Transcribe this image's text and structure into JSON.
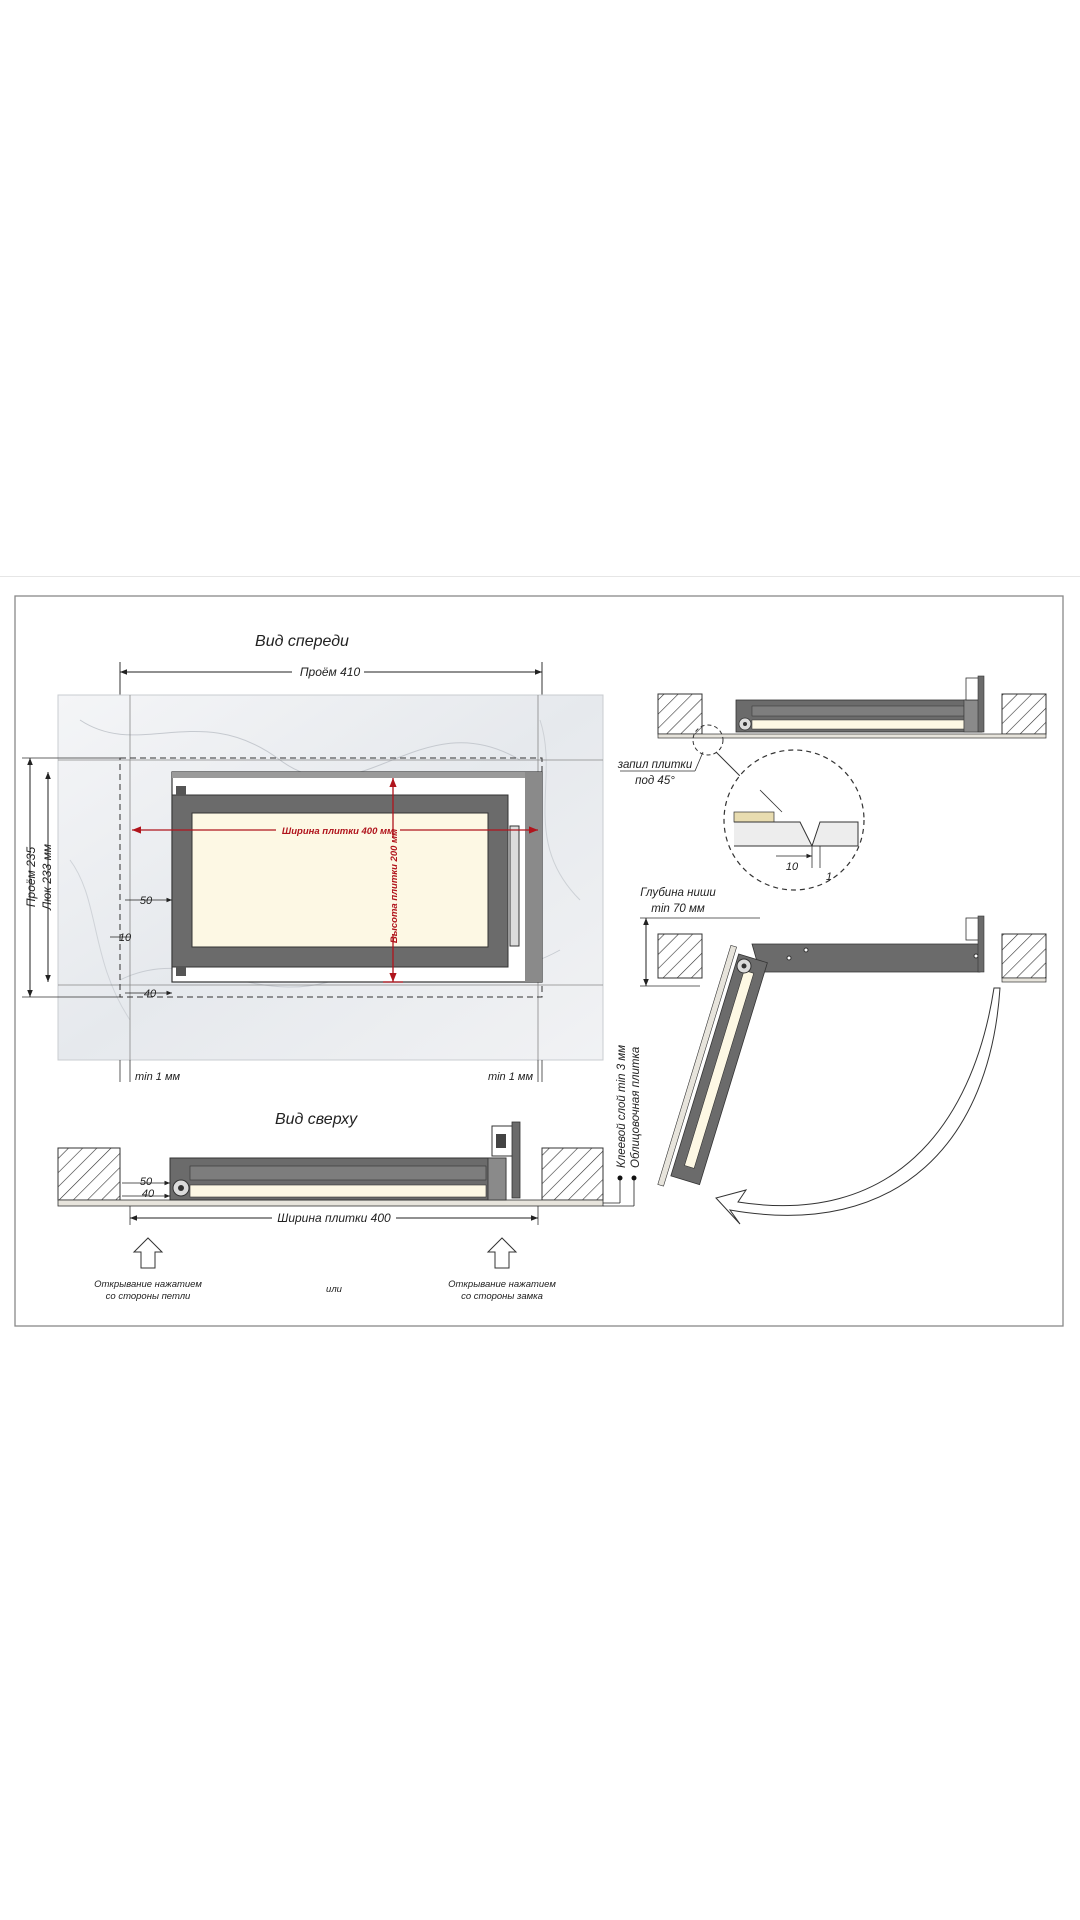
{
  "front_view": {
    "title": "Вид спереди",
    "opening_width": "Проём 410",
    "opening_height": "Проём 235",
    "hatch_height": "Люк 233 мм",
    "tile_width": "Ширина плитки 400 мм",
    "tile_height": "Высота плитки 200 мм",
    "dim_50": "50",
    "dim_10": "10",
    "dim_40": "40",
    "min_left": "min 1 мм",
    "min_right": "min 1 мм"
  },
  "top_view": {
    "title": "Вид сверху",
    "dim_50": "50",
    "dim_40": "40",
    "tile_width": "Ширина плитки 400",
    "open_left_line1": "Открывание нажатием",
    "open_left_line2": "со стороны петли",
    "or": "или",
    "open_right_line1": "Открывание нажатием",
    "open_right_line2": "со стороны замка",
    "glue_layer": "Клеевой слой min 3 мм",
    "facing_tile": "Облицовочная плитка"
  },
  "detail_view": {
    "cut_line1": "запил плитки",
    "cut_line2": "под 45°",
    "dim_10": "10",
    "dim_1": "1"
  },
  "side_view": {
    "niche_line1": "Глубина ниши",
    "niche_line2": "min 70 мм"
  },
  "colors": {
    "frame": "#6b6b6b",
    "panel": "#fdf8e4",
    "dimension_accent": "#b0141c",
    "marble": "#eef0f2",
    "outline": "#222222"
  }
}
